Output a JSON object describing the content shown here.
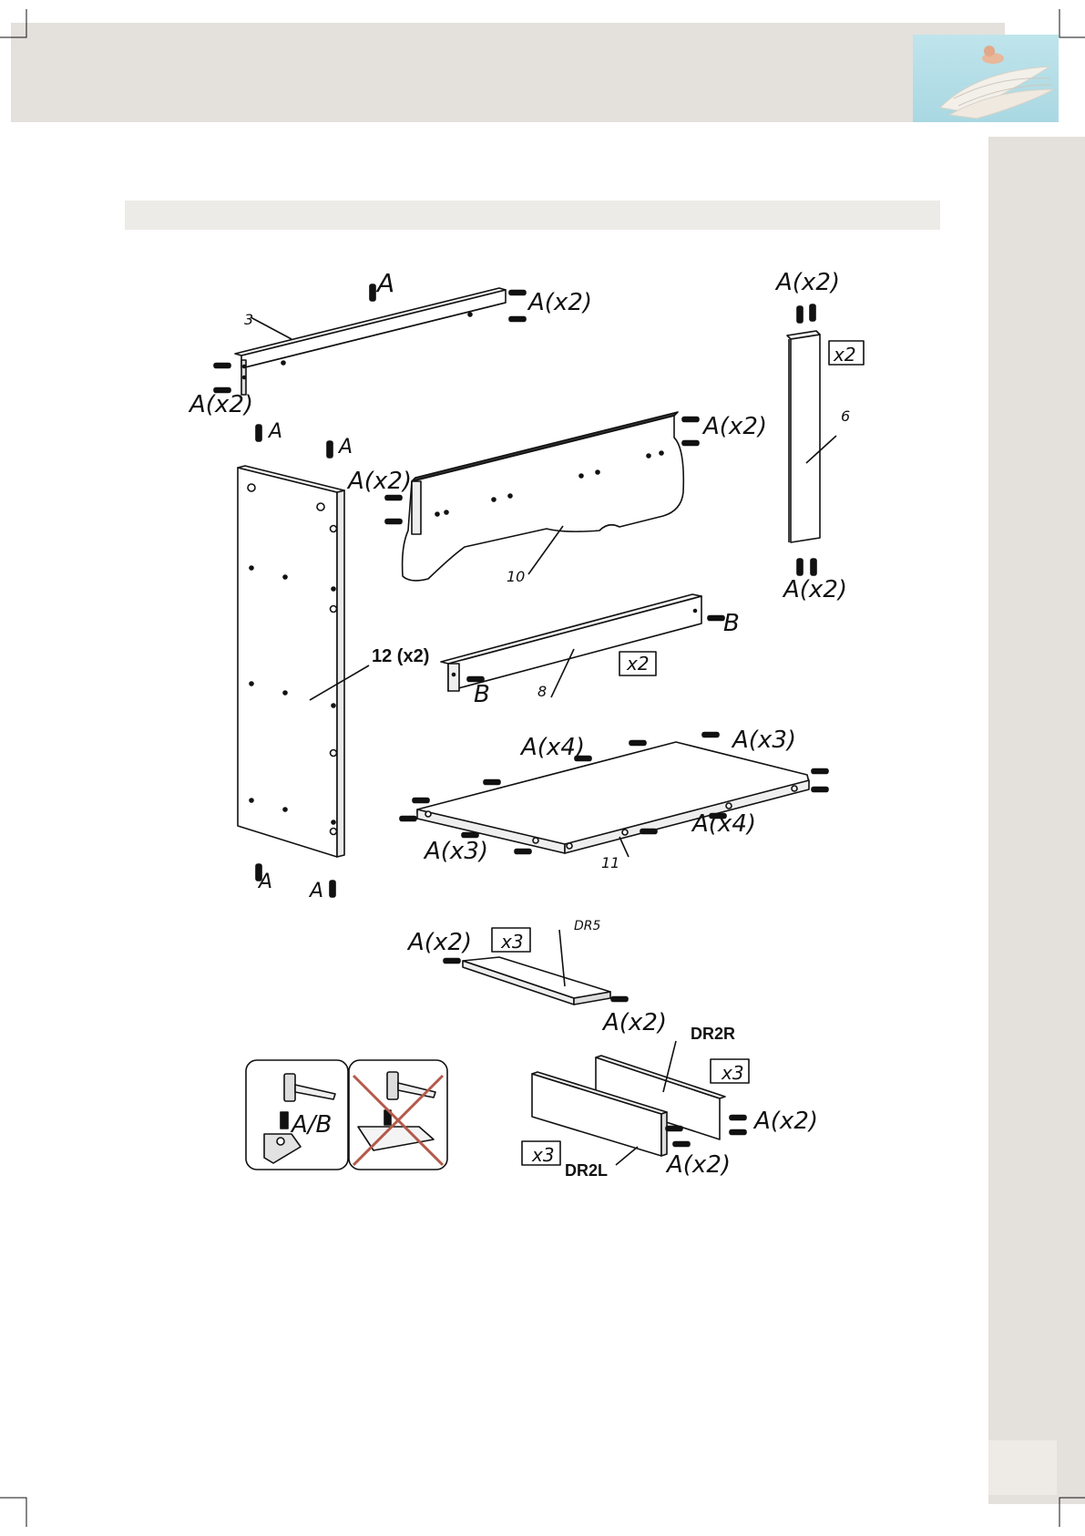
{
  "labels": {
    "A": "A",
    "B": "B",
    "A_x2": "A(x2)",
    "A_x3": "A(x3)",
    "A_x4": "A(x4)",
    "A_slash_B": "A/B",
    "x2": "x2",
    "x3": "x3"
  },
  "parts": {
    "p3": "3",
    "p6": "6",
    "p8": "8",
    "p10": "10",
    "p11": "11",
    "p12": "12 (x2)",
    "dr5": "DR5",
    "dr2r": "DR2R",
    "dr2l": "DR2L"
  },
  "colors": {
    "header_band": "#e4e1dd",
    "title_bar": "#edebe7",
    "line": "#111111"
  },
  "icons": [
    "corner-crop-mark-icon",
    "angel-on-wings-thumbnail-icon",
    "hammer-icon",
    "cross-out-icon"
  ]
}
